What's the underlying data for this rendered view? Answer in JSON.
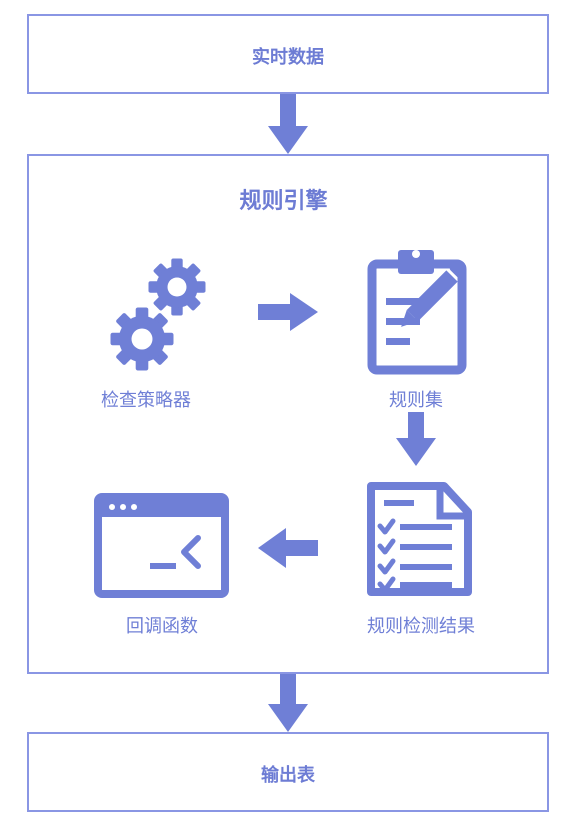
{
  "top_box": {
    "label": "实时数据"
  },
  "engine": {
    "title": "规则引擎"
  },
  "nodes": {
    "strategy": {
      "label": "检查策略器",
      "icon": "gears-icon"
    },
    "ruleset": {
      "label": "规则集",
      "icon": "clipboard-pencil-icon"
    },
    "result": {
      "label": "规则检测结果",
      "icon": "checklist-document-icon"
    },
    "callback": {
      "label": "回调函数",
      "icon": "terminal-window-icon"
    }
  },
  "bottom_box": {
    "label": "输出表"
  },
  "colors": {
    "accent": "#6f7fd6",
    "border": "#8a96e4"
  }
}
